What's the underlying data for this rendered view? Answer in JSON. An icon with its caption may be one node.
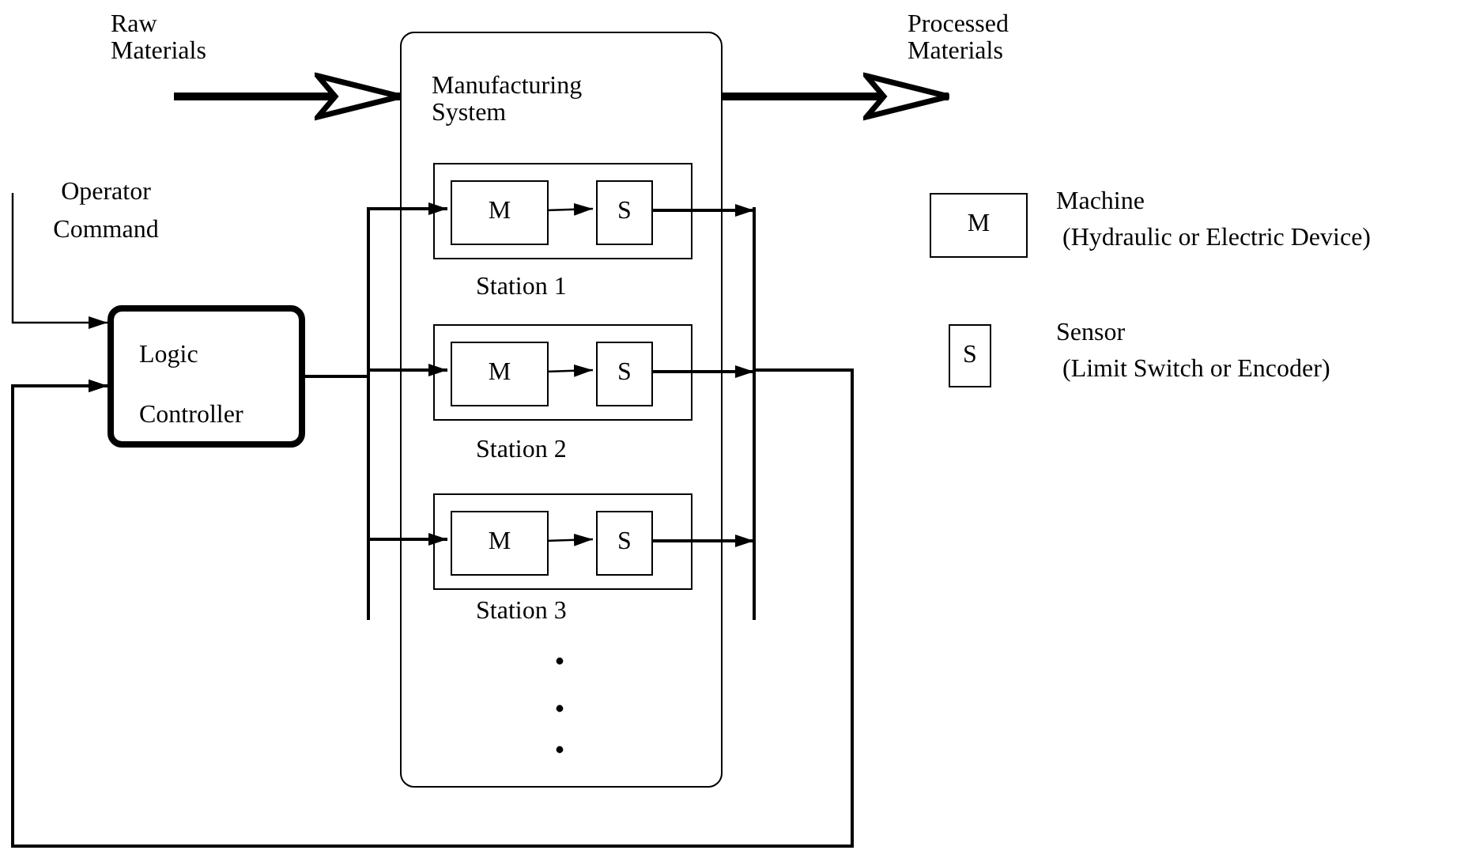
{
  "diagram": {
    "nodes": [
      {
        "text": [
          "Manufacturing System"
        ]
      },
      {
        "text": [],
        "shape": "box",
        "in": 0,
        "beside": [
          "Station 1"
        ]
      },
      {
        "text": [
          "M"
        ],
        "in": 1
      },
      {
        "text": [
          "S"
        ],
        "in": 1
      },
      {
        "text": [],
        "shape": "box",
        "in": 0,
        "beside": [
          "Station 2"
        ]
      },
      {
        "text": [
          "M"
        ],
        "in": 4
      },
      {
        "text": [
          "S"
        ],
        "in": 4
      },
      {
        "text": [],
        "shape": "box",
        "in": 0,
        "beside": [
          "Station 3"
        ]
      },
      {
        "text": [
          "M"
        ],
        "in": 7
      },
      {
        "text": [
          "S"
        ],
        "in": 7
      },
      {
        "text": [
          "Logic Controller"
        ]
      },
      {
        "text": [
          "M"
        ],
        "beside": [
          "Machine",
          "(Hydraulic or Electric Device)"
        ]
      },
      {
        "text": [
          "S"
        ],
        "beside": [
          "Sensor",
          "(Limit Switch or Encoder)"
        ]
      }
    ],
    "edges": [
      {
        "from": null,
        "to": 0,
        "arrow": "to",
        "style": "thick",
        "label": "Raw Materials"
      },
      {
        "from": 0,
        "to": null,
        "arrow": "to",
        "style": "thick",
        "label": "Processed Materials"
      },
      {
        "from": null,
        "to": 10,
        "arrow": "to",
        "label": "Operator Command"
      },
      {
        "from": 10,
        "to": 2,
        "arrow": "to"
      },
      {
        "from": 10,
        "to": 5,
        "arrow": "to"
      },
      {
        "from": 10,
        "to": 8,
        "arrow": "to"
      },
      {
        "from": 2,
        "to": 3,
        "arrow": "to"
      },
      {
        "from": 5,
        "to": 6,
        "arrow": "to"
      },
      {
        "from": 8,
        "to": 9,
        "arrow": "to"
      },
      {
        "from": 3,
        "to": 10,
        "arrow": "to"
      },
      {
        "from": 6,
        "to": 10,
        "arrow": "to"
      },
      {
        "from": 9,
        "to": 10,
        "arrow": "to"
      }
    ]
  }
}
